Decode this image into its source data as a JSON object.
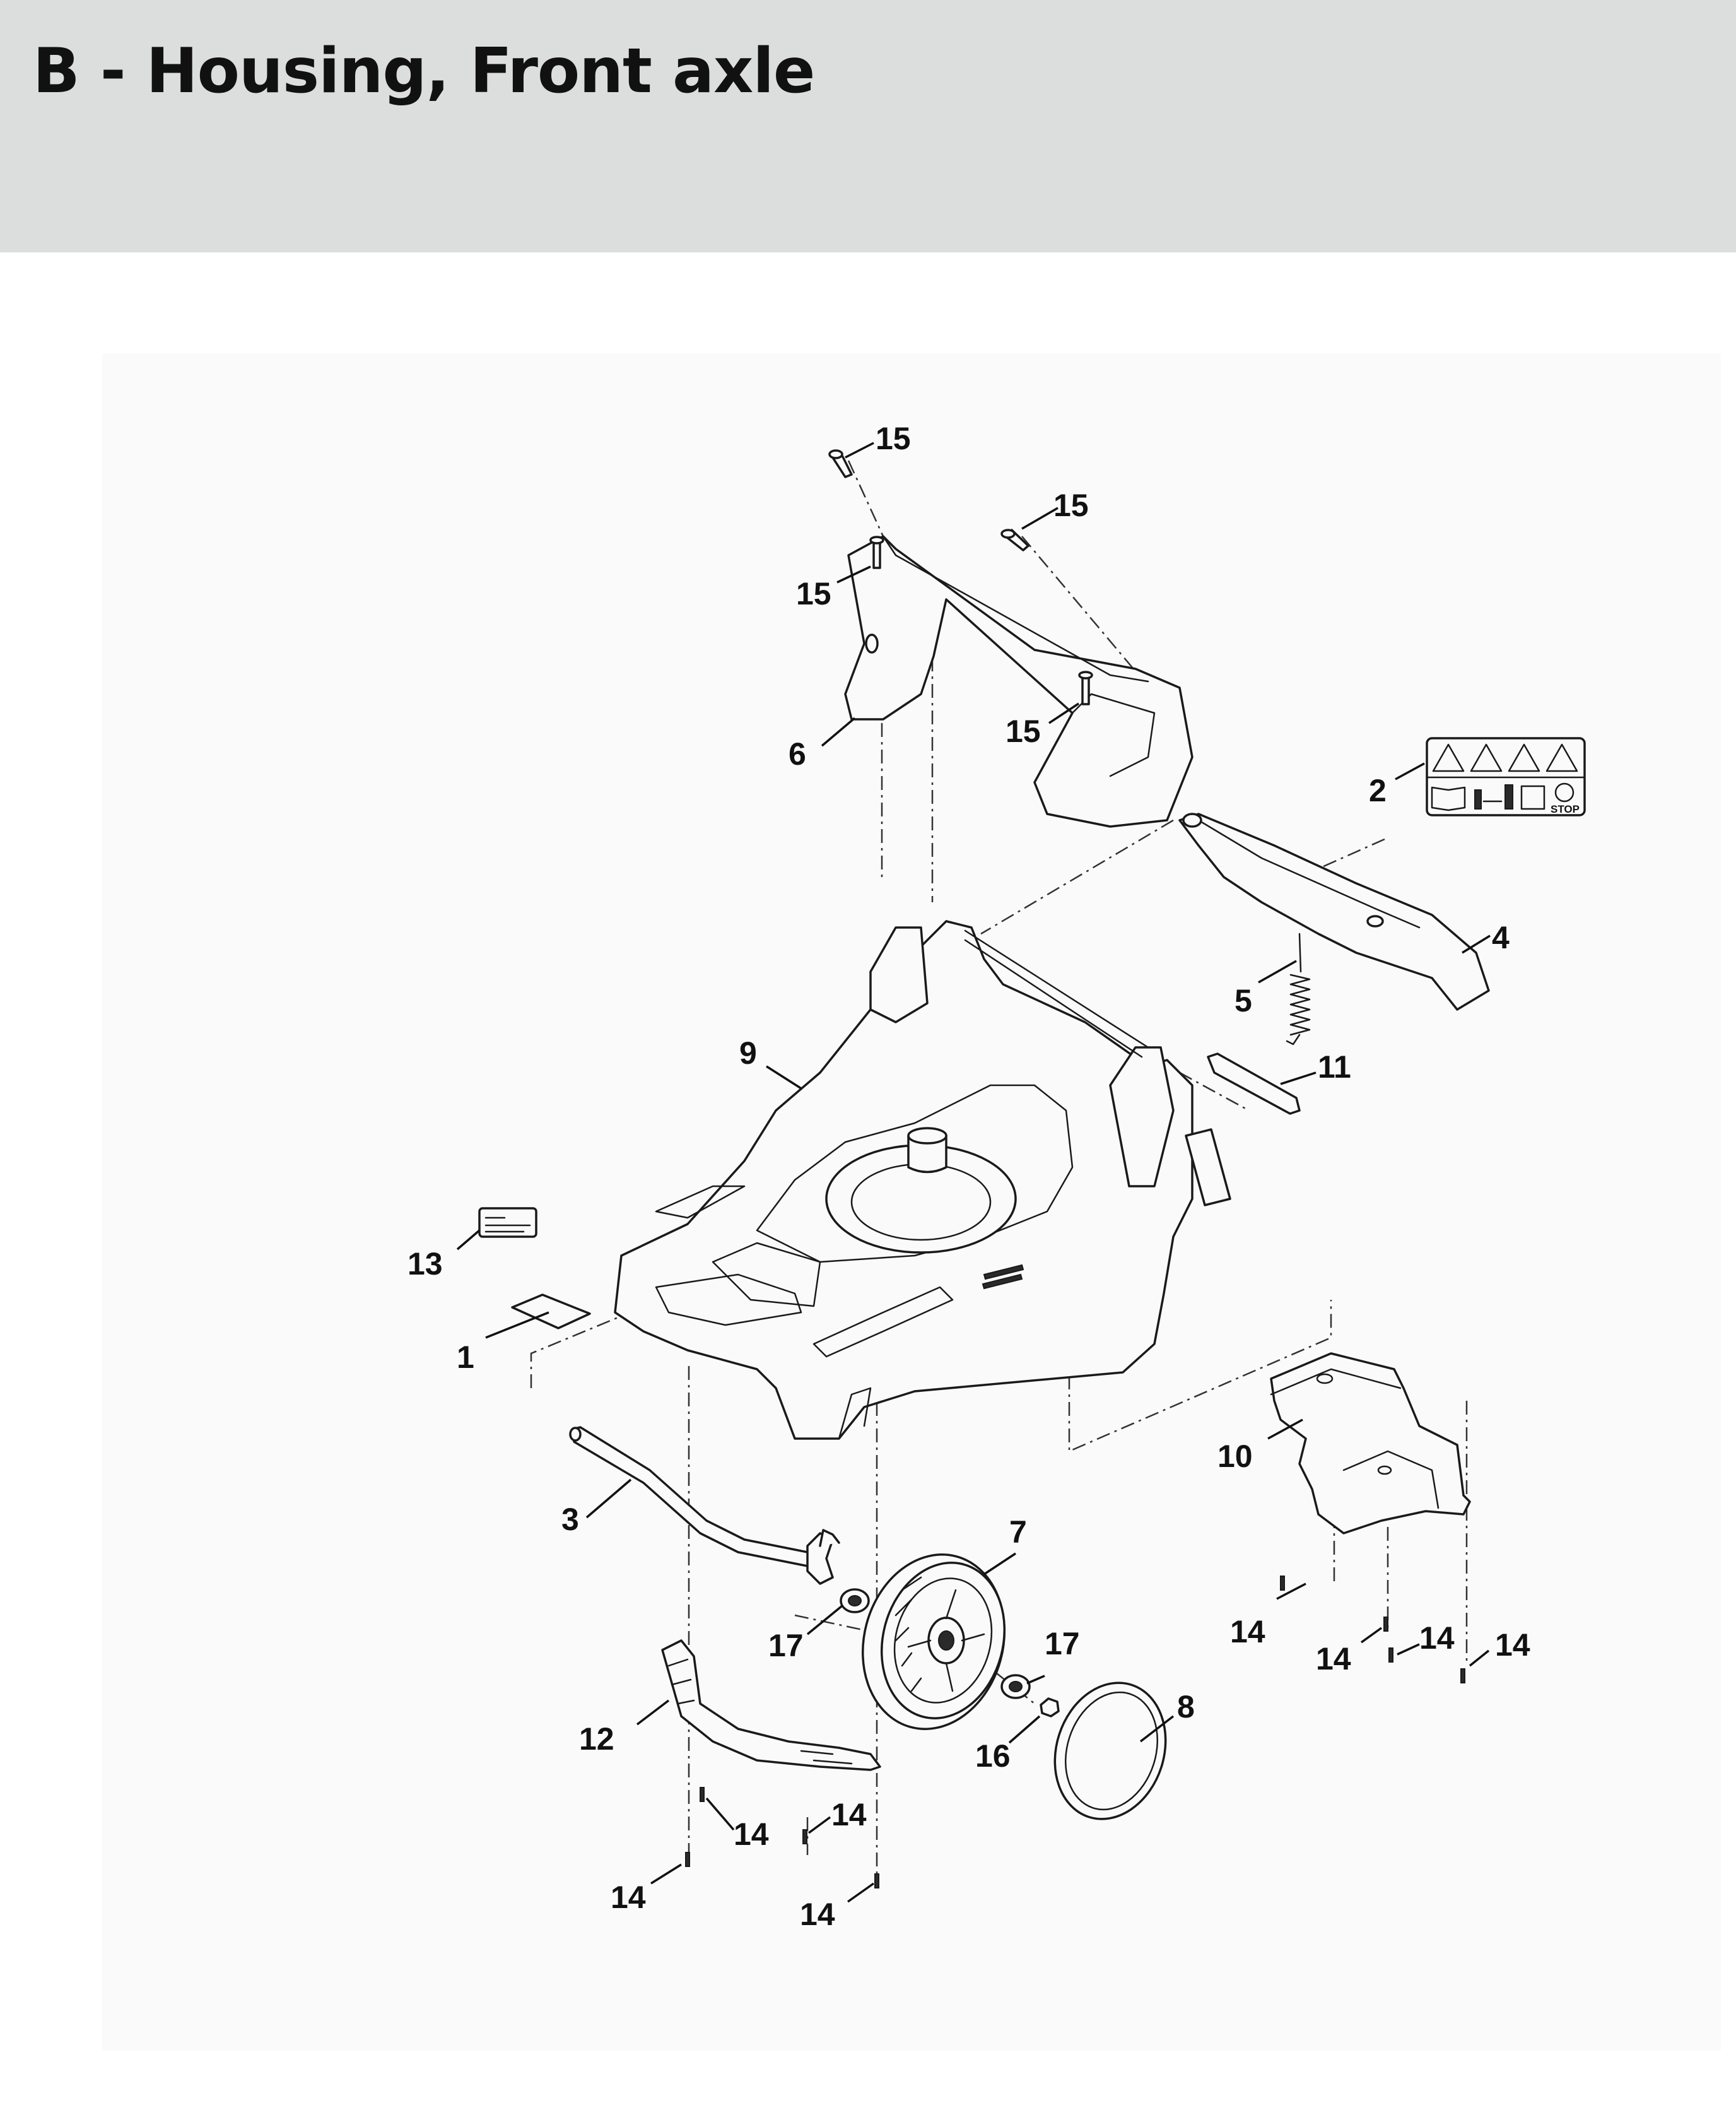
{
  "header": {
    "title": "B - Housing, Front axle",
    "background": "#dcdddd"
  },
  "diagram": {
    "panel_background": "#fafafa",
    "callouts": [
      {
        "id": "c1",
        "label": "1"
      },
      {
        "id": "c2",
        "label": "2"
      },
      {
        "id": "c3",
        "label": "3"
      },
      {
        "id": "c4",
        "label": "4"
      },
      {
        "id": "c5",
        "label": "5"
      },
      {
        "id": "c6",
        "label": "6"
      },
      {
        "id": "c7",
        "label": "7"
      },
      {
        "id": "c8",
        "label": "8"
      },
      {
        "id": "c9",
        "label": "9"
      },
      {
        "id": "c10",
        "label": "10"
      },
      {
        "id": "c11",
        "label": "11"
      },
      {
        "id": "c12",
        "label": "12"
      },
      {
        "id": "c13",
        "label": "13"
      },
      {
        "id": "c14a",
        "label": "14"
      },
      {
        "id": "c14b",
        "label": "14"
      },
      {
        "id": "c14c",
        "label": "14"
      },
      {
        "id": "c14d",
        "label": "14"
      },
      {
        "id": "c14e",
        "label": "14"
      },
      {
        "id": "c14f",
        "label": "14"
      },
      {
        "id": "c14g",
        "label": "14"
      },
      {
        "id": "c14h",
        "label": "14"
      },
      {
        "id": "c15a",
        "label": "15"
      },
      {
        "id": "c15b",
        "label": "15"
      },
      {
        "id": "c15c",
        "label": "15"
      },
      {
        "id": "c15d",
        "label": "15"
      },
      {
        "id": "c16",
        "label": "16"
      },
      {
        "id": "c17a",
        "label": "17"
      },
      {
        "id": "c17b",
        "label": "17"
      }
    ],
    "warning_decal": {
      "stop_text": "STOP"
    }
  }
}
